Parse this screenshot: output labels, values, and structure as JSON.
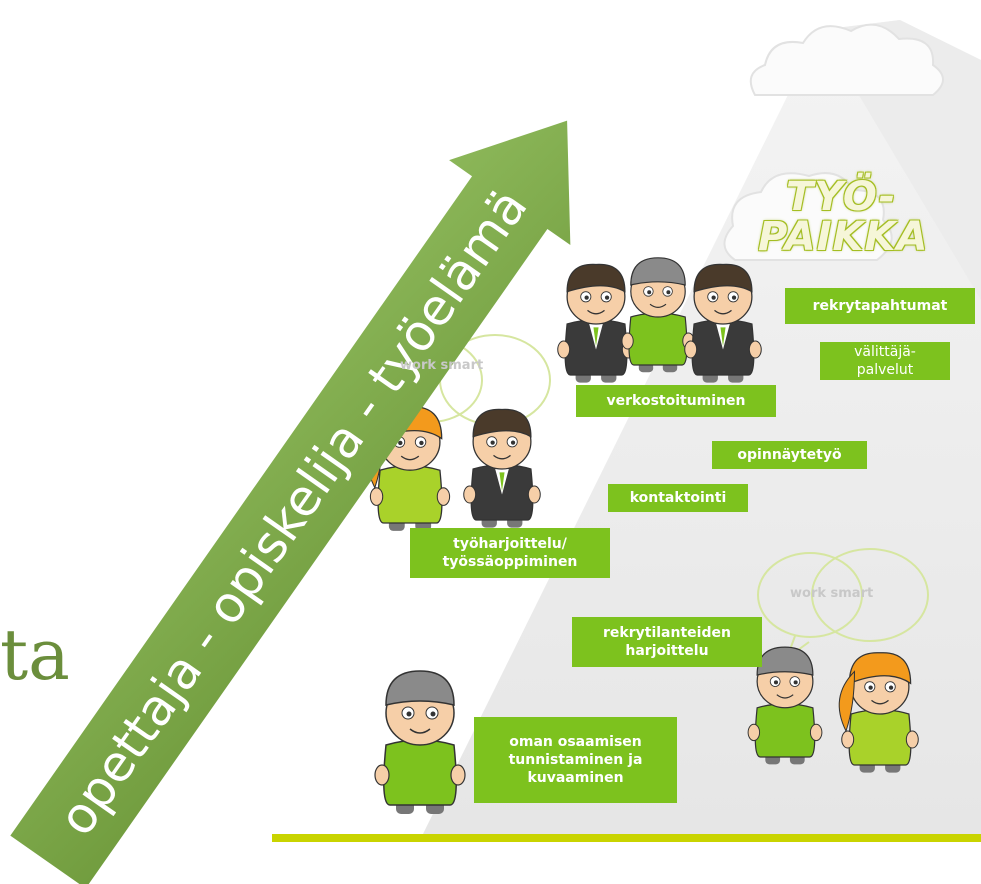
{
  "partial_word": "ta",
  "arrow": {
    "text": "opettaja - opiskelija - työelämä",
    "color": "#7fa64a"
  },
  "summit": {
    "line1": "TYÖ-",
    "line2": "PAIKKA"
  },
  "labels": {
    "rekrytapahtumat": "rekrytapahtumat",
    "valittajapalvelut": "välittäjä-\npalvelut",
    "verkostoituminen": "verkostoituminen",
    "opinnaytetyo": "opinnäytetyö",
    "kontaktointi": "kontaktointi",
    "tyoharjoittelu": "työharjoittelu/\ntyössäoppiminen",
    "rekrytilanteiden": "rekrytilanteiden\nharjoittelu",
    "oman_osaamisen": "oman osaamisen\ntunnistaminen ja\nkuvaaminen"
  },
  "bubbles": {
    "left": "work smart",
    "right": "work smart"
  },
  "colors": {
    "label_green": "#7dc21e",
    "arrow_green": "#7fa64a",
    "ground_line": "#c9d400"
  }
}
